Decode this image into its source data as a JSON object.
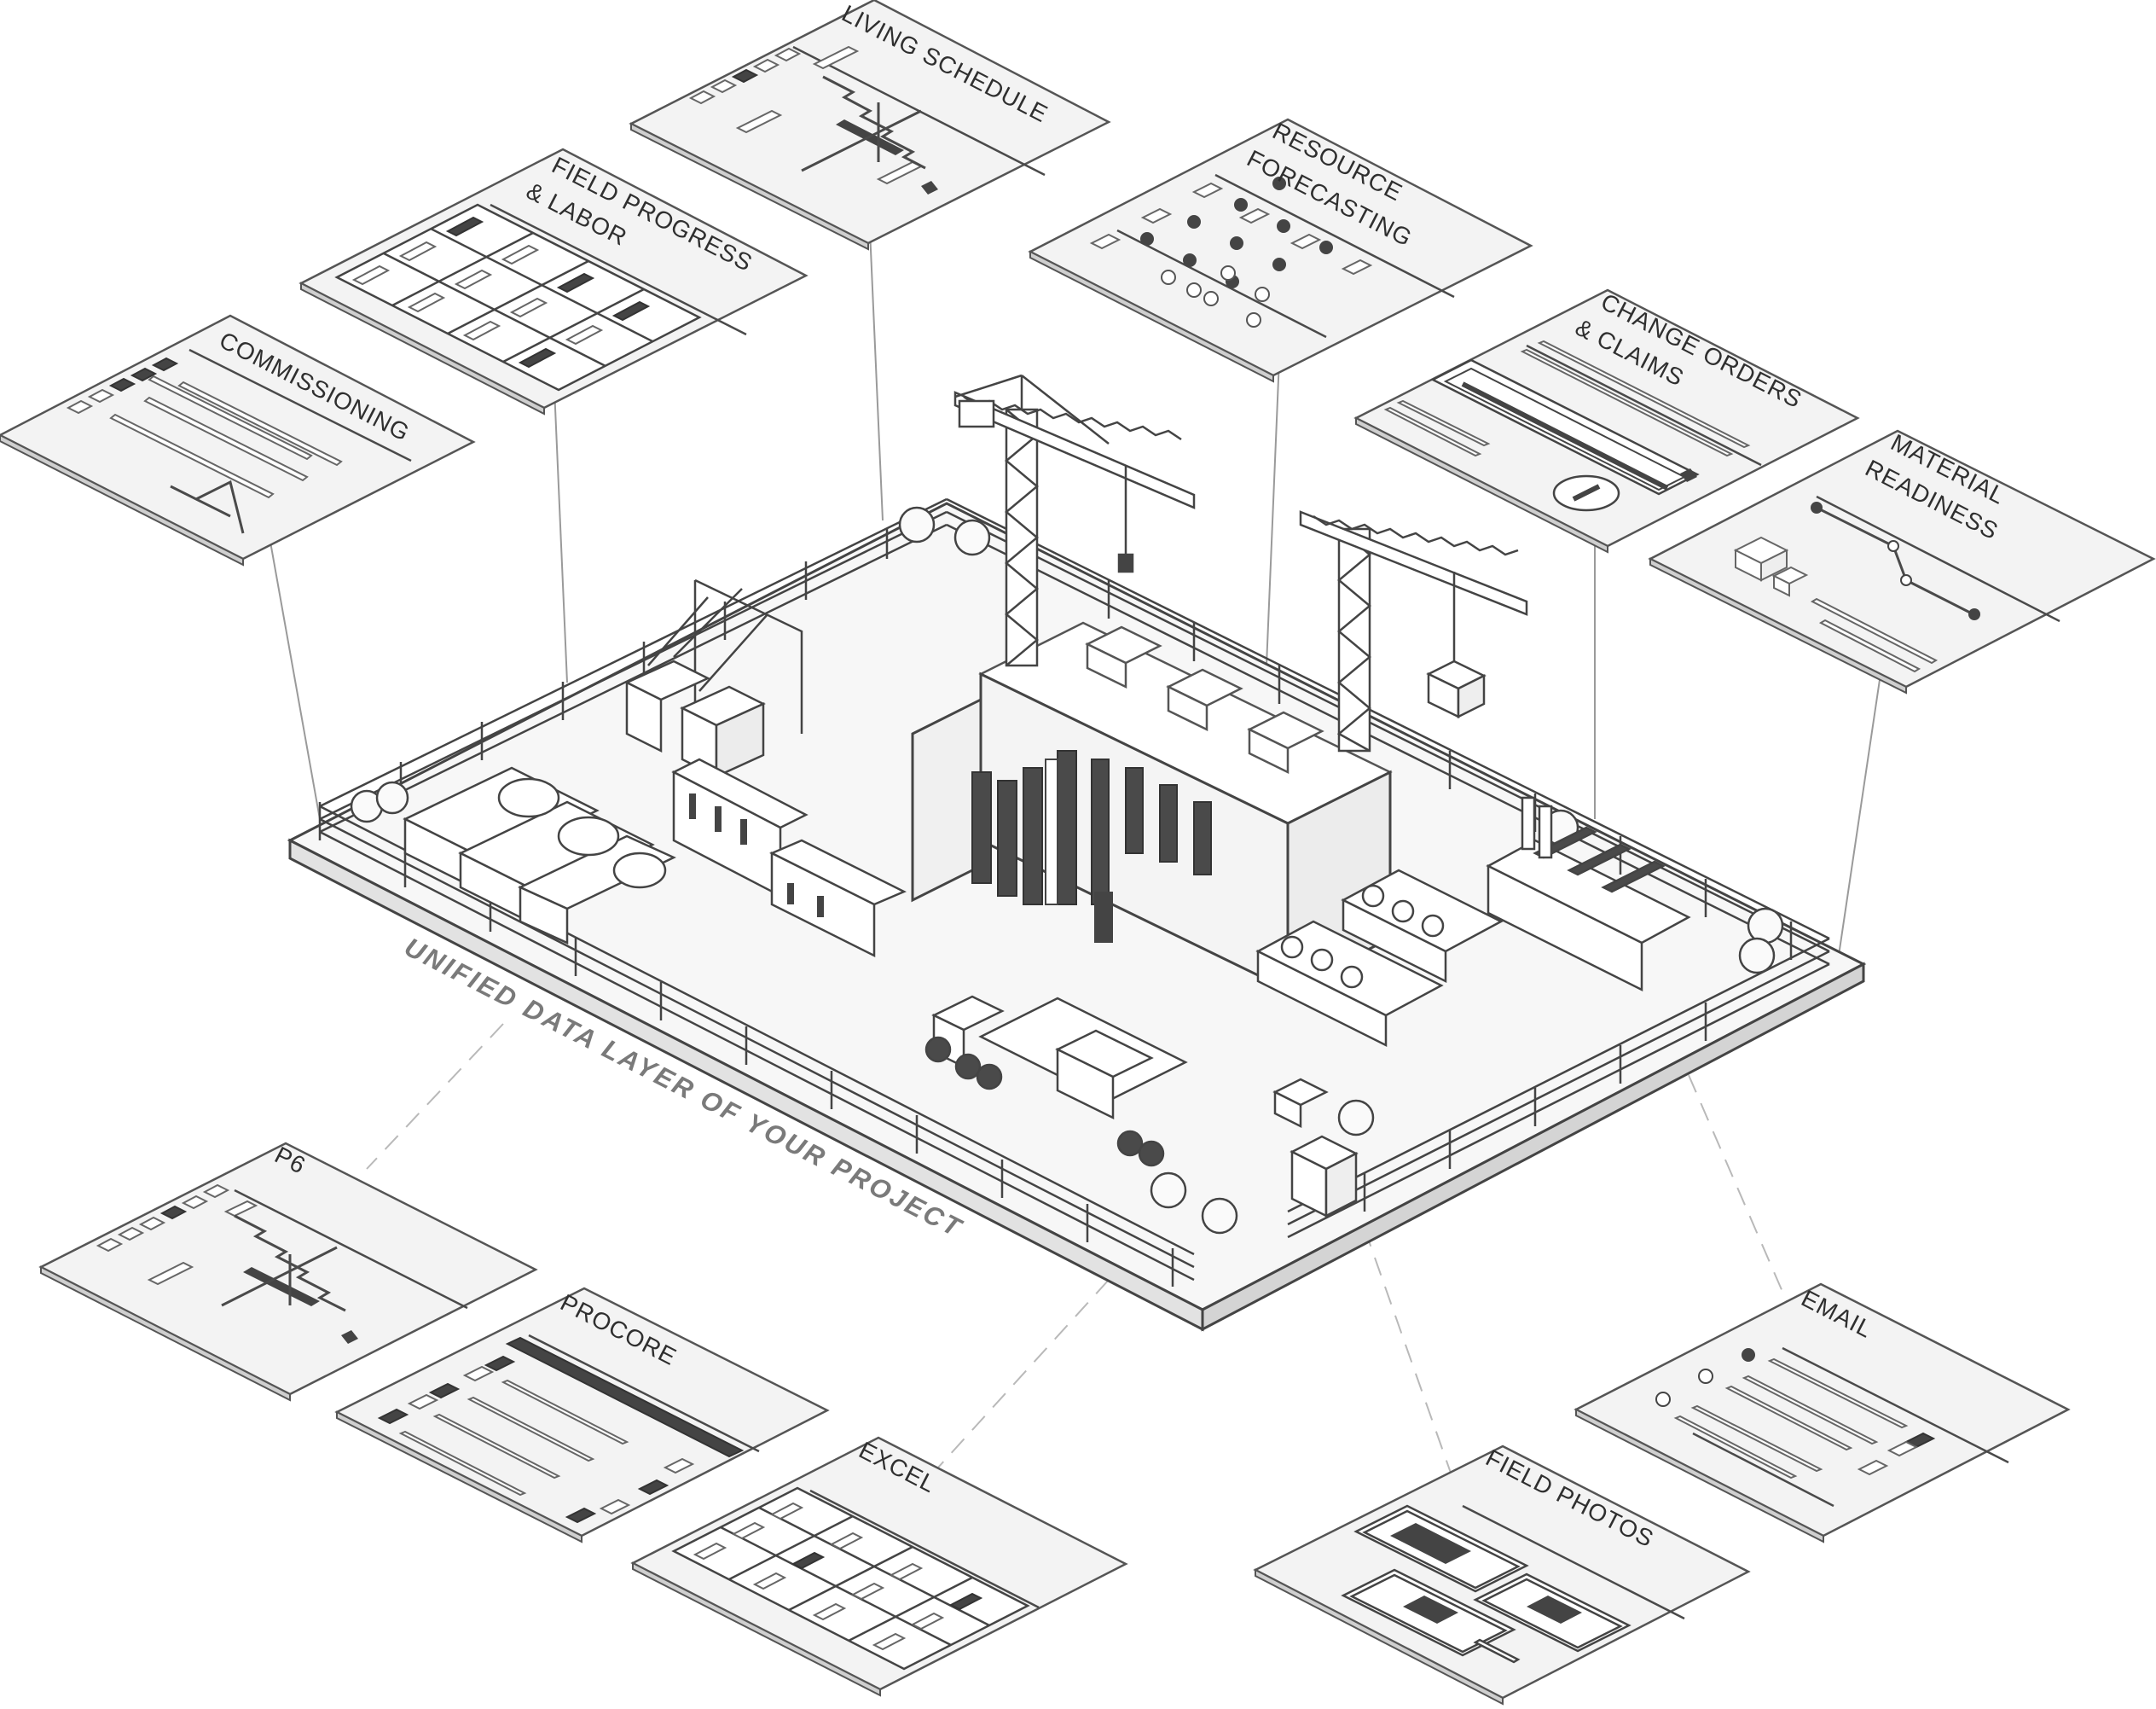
{
  "diagram": {
    "center_label": "UNIFIED DATA LAYER OF YOUR PROJECT",
    "top_panels": [
      {
        "id": "commissioning",
        "label": "COMMISSIONING"
      },
      {
        "id": "field-progress",
        "label_line1": "FIELD PROGRESS",
        "label_line2": "& LABOR"
      },
      {
        "id": "living-schedule",
        "label": "LIVING SCHEDULE"
      },
      {
        "id": "resource-forecasting",
        "label_line1": "RESOURCE",
        "label_line2": "FORECASTING"
      },
      {
        "id": "change-orders",
        "label_line1": "CHANGE ORDERS",
        "label_line2": "& CLAIMS"
      },
      {
        "id": "material-readiness",
        "label_line1": "MATERIAL",
        "label_line2": "READINESS"
      }
    ],
    "bottom_panels": [
      {
        "id": "p6",
        "label": "P6"
      },
      {
        "id": "procore",
        "label": "PROCORE"
      },
      {
        "id": "excel",
        "label": "EXCEL"
      },
      {
        "id": "field-photos",
        "label": "FIELD PHOTOS"
      },
      {
        "id": "email",
        "label": "EMAIL"
      }
    ],
    "colors": {
      "line": "#4a4a4a",
      "plate": "#f3f3f3",
      "dark": "#4a4a4a",
      "label": "#2f2f2f",
      "center_label": "#7a7a7a"
    }
  }
}
